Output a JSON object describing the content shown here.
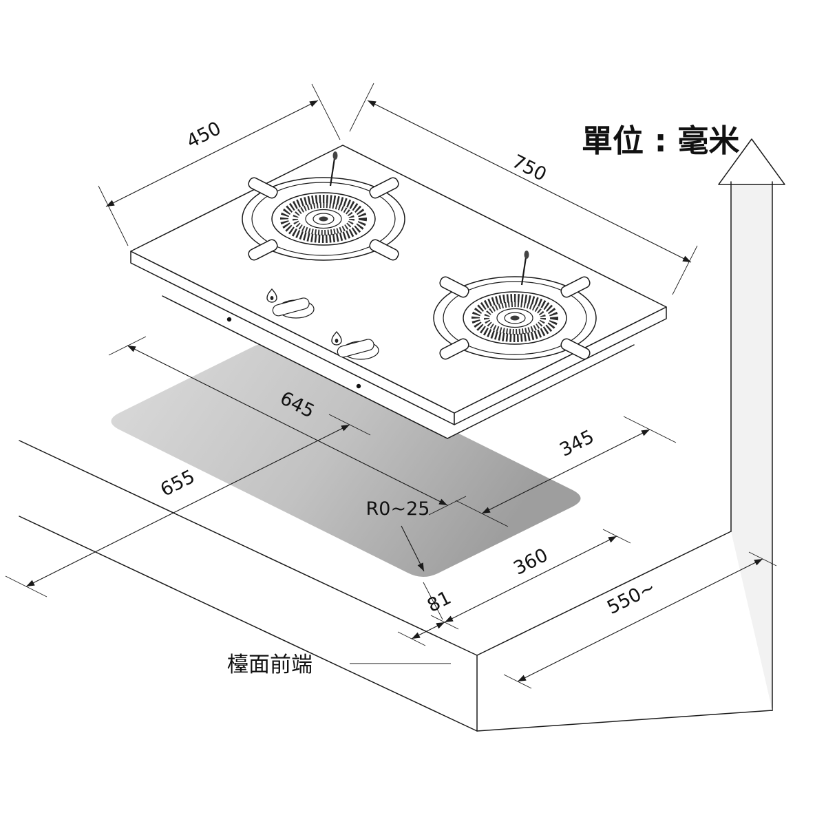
{
  "diagram": {
    "unit_label": "單位 : 毫米",
    "counter_front_edge_label": "檯面前端",
    "dimensions": {
      "depth_450": "450",
      "width_750": "750",
      "cutout_length_645": "645",
      "cutout_depth_345": "345",
      "counter_left_655": "655",
      "corner_radius": "R0~25",
      "front_gap_81": "81",
      "cutout_front_360": "360",
      "side_clearance_550": "550~"
    },
    "colors": {
      "line": "#1a1a1a",
      "cutout_fill_light": "#d8d8d8",
      "cutout_fill_dark": "#9e9e9e",
      "wall_fill": "#f2f2f2",
      "wall_arrow_fill": "#e8e8e8"
    }
  }
}
